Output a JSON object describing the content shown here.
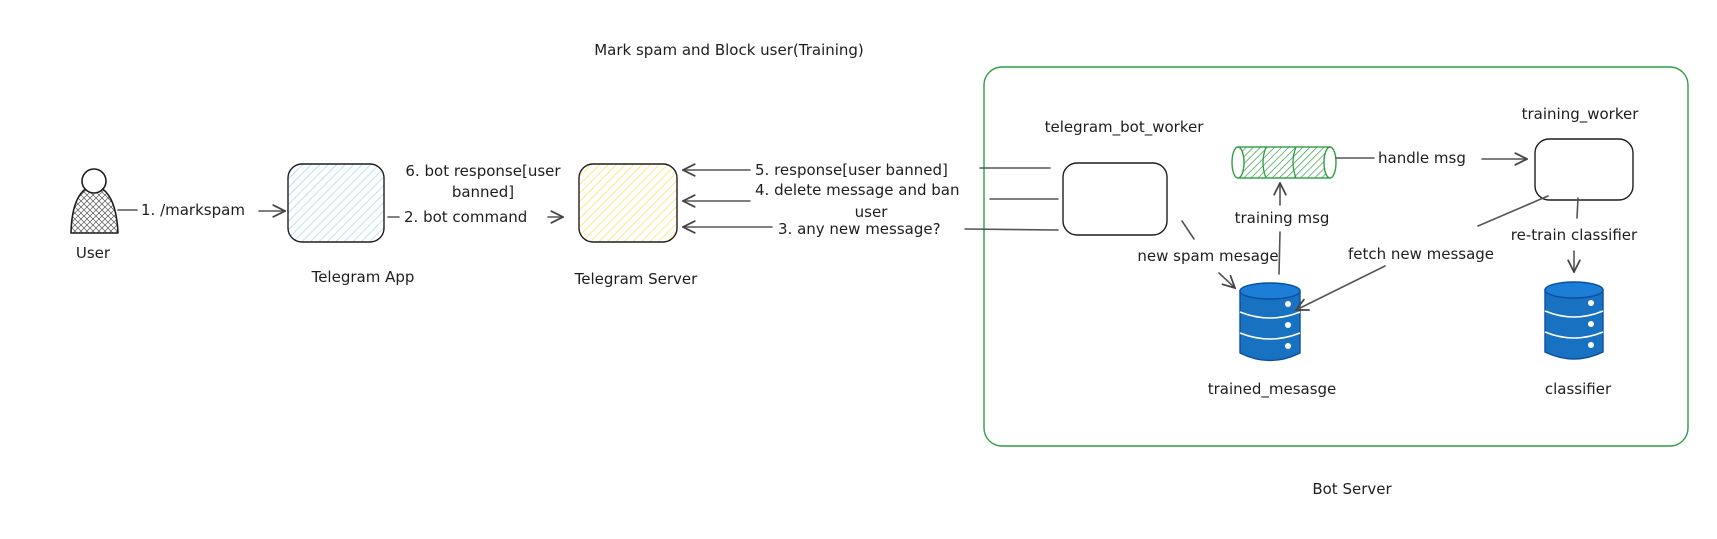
{
  "title": "Mark spam and Block user(Training)",
  "nodes": {
    "user": "User",
    "telegram_app": "Telegram App",
    "telegram_server": "Telegram Server",
    "telegram_bot_worker": "telegram_bot_worker",
    "training_worker": "training_worker",
    "training_msg": "training msg",
    "trained_message": "trained_mesasge",
    "classifier": "classifier",
    "bot_server": "Bot Server"
  },
  "edges": {
    "e1": "1. /markspam",
    "e2": "2. bot command",
    "e3": "3. any new message?",
    "e4_line1": "4. delete message and ban",
    "e4_line2": "user",
    "e5": "5. response[user banned]",
    "e6_line1": "6. bot response[user",
    "e6_line2": "banned]",
    "handle_msg": "handle msg",
    "new_spam": "new spam mesage",
    "fetch_new": "fetch new message",
    "retrain": "re-train classifier"
  },
  "colors": {
    "app_fill": "#a5d8ff",
    "server_fill": "#ffec99",
    "queue_fill": "#2f9e44",
    "db_fill": "#1971c2",
    "group_border": "#2f9e44"
  }
}
